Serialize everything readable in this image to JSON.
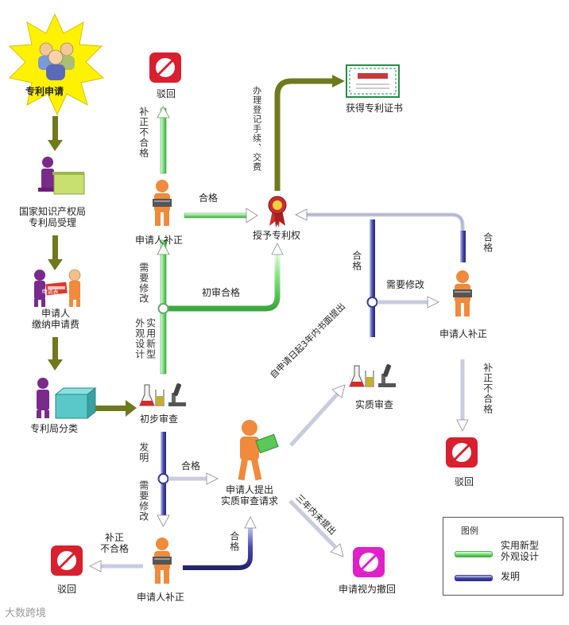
{
  "nodes": {
    "patent_application": "专利申请",
    "cnipa_accept": [
      "国家知识产权局",
      "专利局受理"
    ],
    "pay_fee": [
      "申请人",
      "缴纳申请费"
    ],
    "classification": "专利局分类",
    "preliminary_exam": "初步审查",
    "applicant_correct_top": "申请人补正",
    "reject_top": "驳回",
    "grant": "授予专利权",
    "certificate": "获得专利证书",
    "substantive_exam": "实质审查",
    "applicant_correct_right": "申请人补正",
    "reject_right": "驳回",
    "request_substantive": [
      "申请人提出",
      "实质审查请求"
    ],
    "applicant_correct_bottom": "申请人补正",
    "reject_bottom": "驳回",
    "deemed_withdrawn": "申请视为撤回",
    "form_label": "申请表"
  },
  "edges": {
    "correct_fail_top": "补正不合格",
    "qualified_top": "合格",
    "register_fee": "办理登记手续、交费",
    "needs_modify_left": "需要修改",
    "utility_design": "实用新型外观设计",
    "prelim_qualified": "初审合格",
    "qualified_vertical": "合格",
    "needs_modify_right": "需要修改",
    "qualified_right": "合格",
    "correct_fail_right": "补正不合格",
    "invention": "发明",
    "qualified_mid": "合格",
    "needs_modify_bottom": "需要修改",
    "within_3_years": "自申请日起3年内书面提出",
    "not_within_3_years": "三年内未提出",
    "correct_fail_bottom": [
      "补正",
      "不合格"
    ],
    "qualified_bottom": "合格"
  },
  "legend": {
    "title": "图例",
    "utility_label": [
      "实用新型",
      "外观设计"
    ],
    "invention_label": "发明"
  },
  "colors": {
    "olive_arrow": "#6f7a1e",
    "green_path": "#5fce5f",
    "blue_path": "#3a3c9a",
    "burst": "#fff200",
    "reject_red": "#d8202e",
    "withdrawn_magenta": "#e020c8",
    "person_orange": "#f08a3c",
    "person_purple": "#6a2a80"
  },
  "watermark": "大数跨境"
}
